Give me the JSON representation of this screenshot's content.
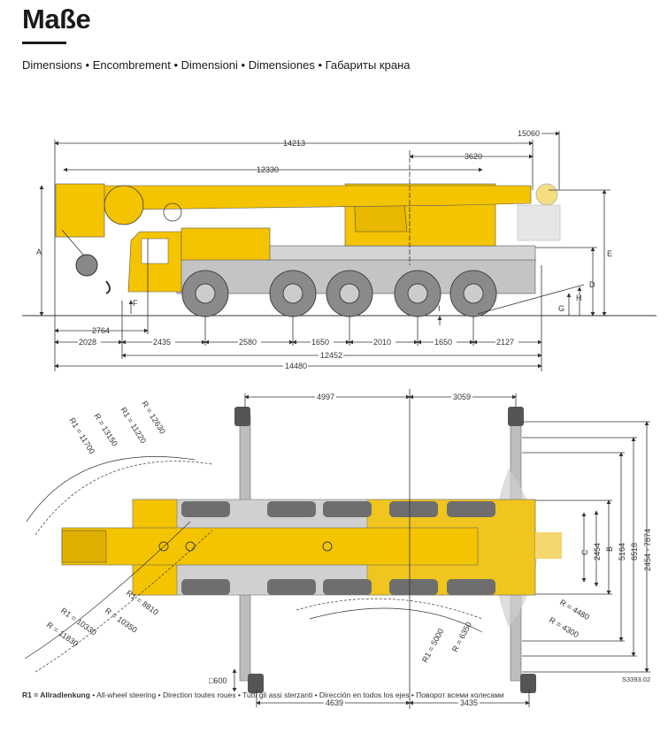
{
  "header": {
    "title": "Maße",
    "subtitle": "Dimensions • Encombrement • Dimensioni • Dimensiones • Габариты крана"
  },
  "colors": {
    "crane_yellow": "#f5c400",
    "chassis_grey": "#b9b9b9",
    "tyre_grey": "#6e6e6e",
    "line": "#333333"
  },
  "side_view": {
    "top_dims": {
      "overall_boom": "14213",
      "counterweight": "15060",
      "slew_to_rear": "3620",
      "boom_length": "12330"
    },
    "bottom_dims": {
      "front_overhang_hook": "2764",
      "segments": [
        "2028",
        "2435",
        "2580",
        "1650",
        "2010",
        "1650",
        "2127"
      ],
      "axle_span": "12452",
      "overall_length": "14480"
    },
    "height_labels": {
      "A": "A",
      "E": "E",
      "D": "D",
      "H": "H",
      "G": "G",
      "F": "F",
      "I": "I"
    }
  },
  "top_view": {
    "outrigger_top": {
      "left": "4997",
      "right": "3059"
    },
    "outrigger_bottom": {
      "left": "4639",
      "right": "3435"
    },
    "pad_size": "□600",
    "radii_front": [
      "R1 = 11700",
      "R = 13150",
      "R1 = 11220",
      "R = 12630"
    ],
    "radii_rear_left": [
      "R1 = 10330",
      "R = 11830",
      "R1 = 8810",
      "R = 10350"
    ],
    "radii_center": [
      "R1 = 5000",
      "R = 6350"
    ],
    "radii_right": [
      "R = 4480",
      "R = 4300"
    ],
    "width_dims": [
      "C",
      "2454",
      "B",
      "5164",
      "6518",
      "2454 - 7874"
    ]
  },
  "footer": {
    "r1_label": "R1 = Allradlenkung",
    "text": " • All-wheel steering • Direction toutes roues • Tutti gli assi sterzanti • Dirección en todos los ejes • Поворот всеми колесами",
    "drawing_code": "S3393.02"
  }
}
